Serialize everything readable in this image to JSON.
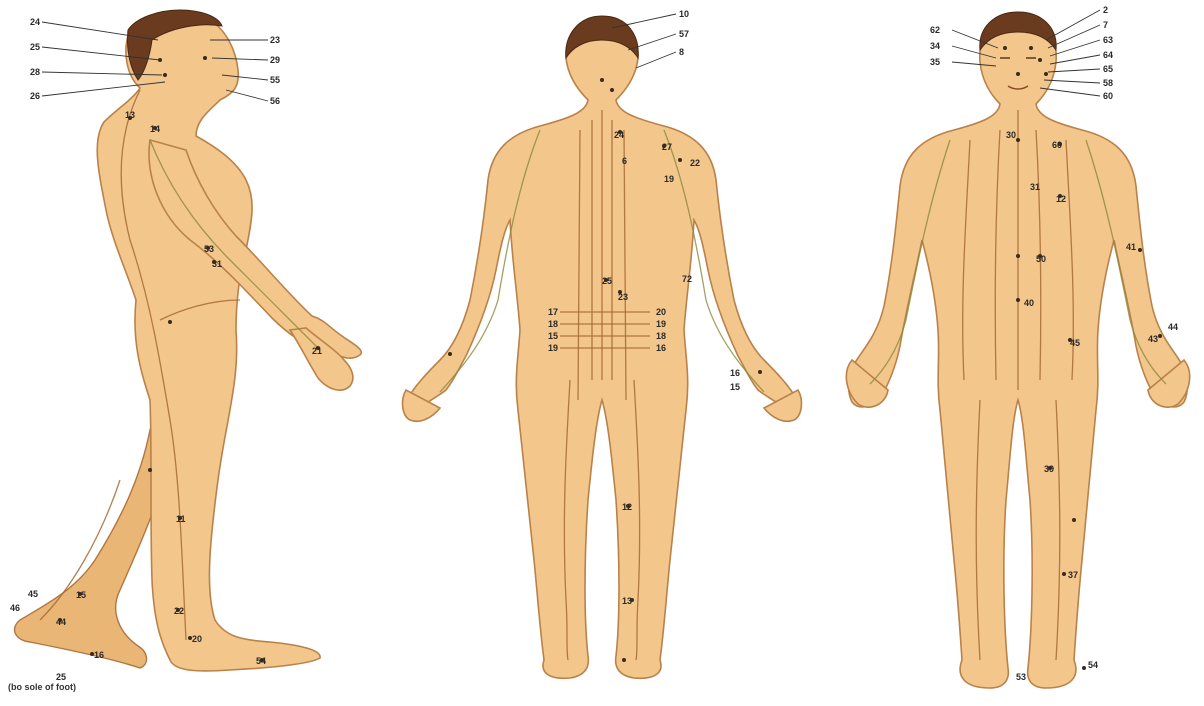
{
  "figures": [
    {
      "name": "side-view",
      "labels": [
        "24",
        "25",
        "28",
        "26",
        "23",
        "29",
        "55",
        "56",
        "14",
        "13",
        "53",
        "31",
        "21",
        "11",
        "45",
        "46",
        "44",
        "15",
        "16",
        "22",
        "20",
        "54",
        "25"
      ]
    },
    {
      "name": "back-view",
      "labels": [
        "10",
        "57",
        "8",
        "24",
        "27",
        "22",
        "19",
        "25",
        "23",
        "6",
        "72",
        "17",
        "18",
        "15",
        "19",
        "20",
        "19",
        "18",
        "16",
        "16",
        "15",
        "12",
        "13"
      ]
    },
    {
      "name": "front-view",
      "labels": [
        "2",
        "7",
        "63",
        "64",
        "65",
        "58",
        "60",
        "62",
        "34",
        "35",
        "30",
        "60",
        "12",
        "31",
        "50",
        "40",
        "41",
        "43",
        "44",
        "45",
        "39",
        "37",
        "54",
        "53"
      ]
    }
  ],
  "footnote": "(bo sole of foot)",
  "colors": {
    "skin": "#f3c68b",
    "outline": "#b9824a",
    "hair": "#6b3b1f",
    "meridian": "#a56a34"
  }
}
